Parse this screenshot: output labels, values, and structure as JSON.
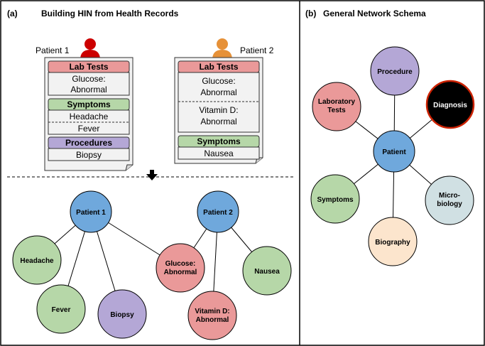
{
  "panel_a": {
    "label": "(a)",
    "title": "Building HIN from Health Records",
    "patient1": {
      "name": "Patient 1",
      "record": {
        "lab_header": "Lab Tests",
        "lab_line1": "Glucose:",
        "lab_line2": "Abnormal",
        "symptoms_header": "Symptoms",
        "symptom1": "Headache",
        "symptom2": "Fever",
        "procedures_header": "Procedures",
        "procedure1": "Biopsy"
      }
    },
    "patient2": {
      "name": "Patient 2",
      "record": {
        "lab_header": "Lab Tests",
        "lab1_line1": "Glucose:",
        "lab1_line2": "Abnormal",
        "lab2_line1": "Vitamin D:",
        "lab2_line2": "Abnormal",
        "symptoms_header": "Symptoms",
        "symptom1": "Nausea"
      }
    },
    "graph": {
      "patient1": "Patient 1",
      "patient2": "Patient 2",
      "headache": "Headache",
      "fever": "Fever",
      "biopsy": "Biopsy",
      "glucose_line1": "Glucose:",
      "glucose_line2": "Abnormal",
      "vitamin_line1": "Vitamin D:",
      "vitamin_line2": "Abnormal",
      "nausea": "Nausea"
    }
  },
  "panel_b": {
    "label": "(b)",
    "title": "General Network Schema",
    "nodes": {
      "procedure": "Procedure",
      "lab_line1": "Laboratory",
      "lab_line2": "Tests",
      "diagnosis": "Diagnosis",
      "patient": "Patient",
      "symptoms": "Symptoms",
      "micro_line1": "Micro-",
      "micro_line2": "biology",
      "biography": "Biography"
    }
  },
  "colors": {
    "patient_blue": "#6fa8dc",
    "symptom_green": "#b6d7a8",
    "lab_red": "#ea9999",
    "procedure_purple": "#b4a7d6",
    "diagnosis_black": "#000000",
    "diagnosis_border": "#cc2200",
    "micro_gray": "#d0e0e3",
    "biography_peach": "#fce5cd",
    "patient1_icon": "#cc0000",
    "patient2_icon": "#e69138"
  },
  "icons": [
    "person-icon-red",
    "person-icon-orange",
    "down-arrow-icon"
  ]
}
